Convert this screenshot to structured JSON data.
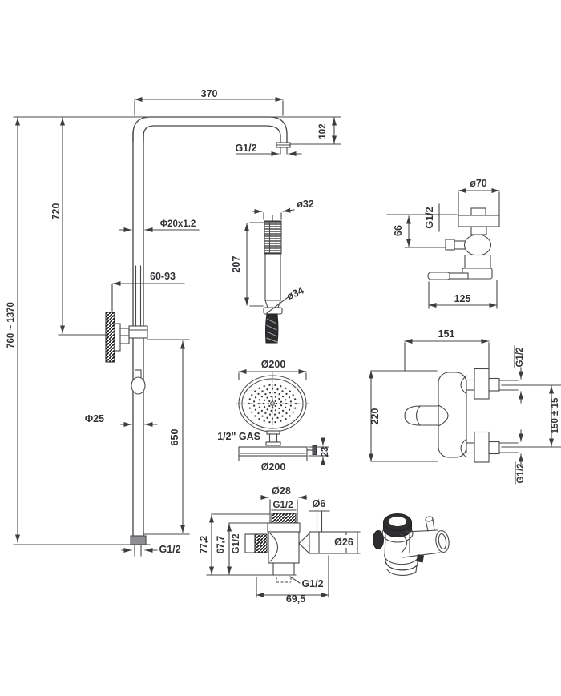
{
  "drawing": {
    "description": "Shower column set technical dimension drawing",
    "background": "#ffffff",
    "line_color": "#48484c",
    "text_color": "#323236",
    "column_view": {
      "arm_width": "370",
      "arm_outlet_thread": "G1/2",
      "arm_drop_height": "102",
      "upper_pipe_height": "720",
      "total_height_range": "760 ~ 1370",
      "pipe_size": "Φ20x1.2",
      "bracket_reach_range": "60-93",
      "rail_diameter": "Φ25",
      "lower_pipe_height": "650",
      "inlet_thread": "G1/2"
    },
    "hand_shower_view": {
      "head_diameter": "ø32",
      "length": "207",
      "nut_diameter": "ø34"
    },
    "head_shower_view": {
      "face_diameter": "Ø200",
      "connection_thread": "1/2\" GAS",
      "thickness": "23",
      "diameter": "Ø200"
    },
    "mixer_side_view": {
      "flange_diameter": "ø70",
      "connection_thread": "G1/2",
      "flange_to_outlet": "66",
      "depth": "125"
    },
    "mixer_front_view": {
      "body_width": "151",
      "body_height": "220",
      "top_connection_thread": "G1/2",
      "connection_centers": "150 ± 15",
      "bottom_connection_thread": "G1/2"
    },
    "diverter_view": {
      "top_diameter": "Ø28",
      "top_thread": "G1/2",
      "pin_diameter": "Ø6",
      "outlet_diameter": "Ø26",
      "overall_height": "77,2",
      "body_height": "67,7",
      "side_thread": "G1/2",
      "bottom_thread": "G1/2",
      "overall_width": "69,5"
    }
  }
}
